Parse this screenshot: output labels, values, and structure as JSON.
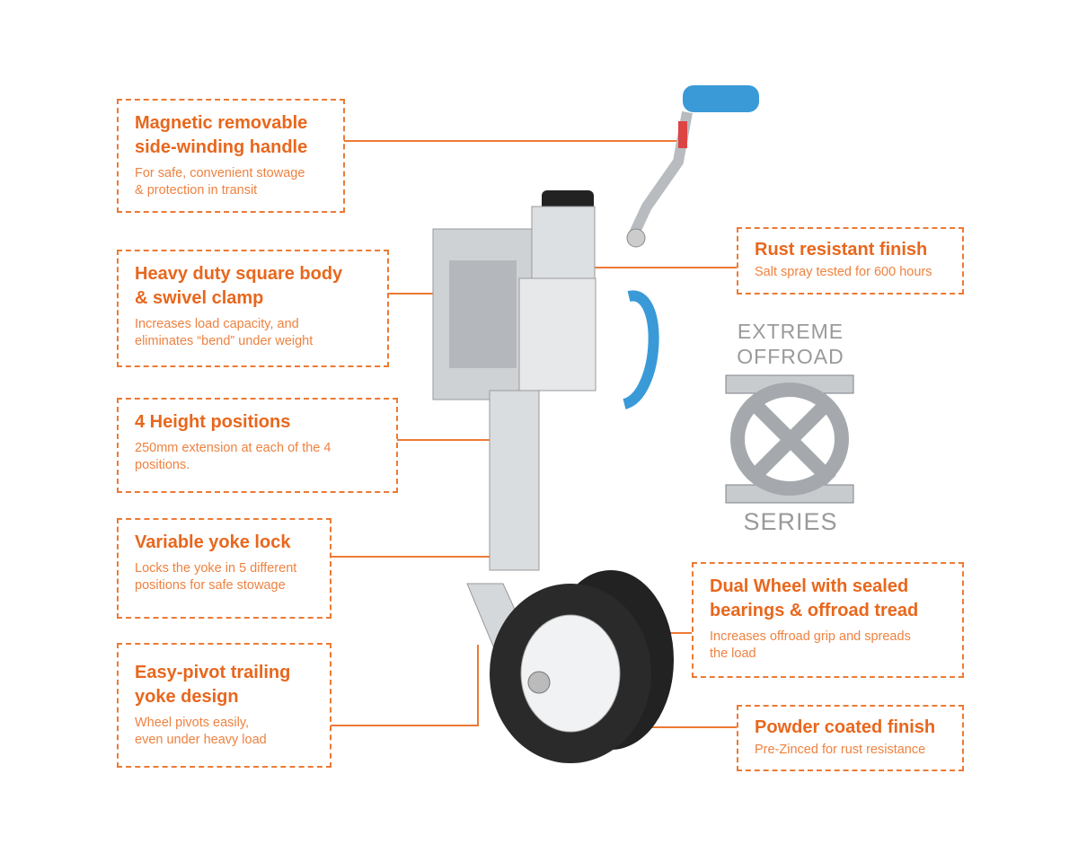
{
  "features": [
    {
      "title_lines": [
        "Magnetic removable",
        "side-winding handle"
      ],
      "desc_lines": [
        "For safe, convenient stowage",
        "& protection in transit"
      ]
    },
    {
      "title_lines": [
        "Heavy duty square body",
        "& swivel clamp"
      ],
      "desc_lines": [
        "Increases load capacity, and",
        "eliminates “bend” under weight"
      ]
    },
    {
      "title_lines": [
        "4 Height positions"
      ],
      "desc_lines": [
        "250mm extension at each of the 4",
        "positions."
      ]
    },
    {
      "title_lines": [
        "Variable yoke lock"
      ],
      "desc_lines": [
        "Locks the yoke in 5 different",
        "positions for safe stowage"
      ]
    },
    {
      "title_lines": [
        "Easy-pivot trailing",
        "yoke design"
      ],
      "desc_lines": [
        "Wheel pivots easily,",
        "even under heavy load"
      ]
    },
    {
      "title_lines": [
        "Rust resistant finish"
      ],
      "desc_lines": [
        "Salt spray tested for 600 hours"
      ]
    },
    {
      "title_lines": [
        "Dual Wheel with sealed",
        "bearings & offroad tread"
      ],
      "desc_lines": [
        "Increases offroad grip and spreads",
        "the load"
      ]
    },
    {
      "title_lines": [
        "Powder coated finish"
      ],
      "desc_lines": [
        "Pre-Zinced for rust resistance"
      ]
    }
  ],
  "logo": {
    "line1": "EXTREME",
    "line2": "OFFROAD",
    "line3": "SERIES"
  },
  "colors": {
    "accent": "#e8671d",
    "desc": "#ee8240",
    "handle": "#3a9ad8"
  }
}
